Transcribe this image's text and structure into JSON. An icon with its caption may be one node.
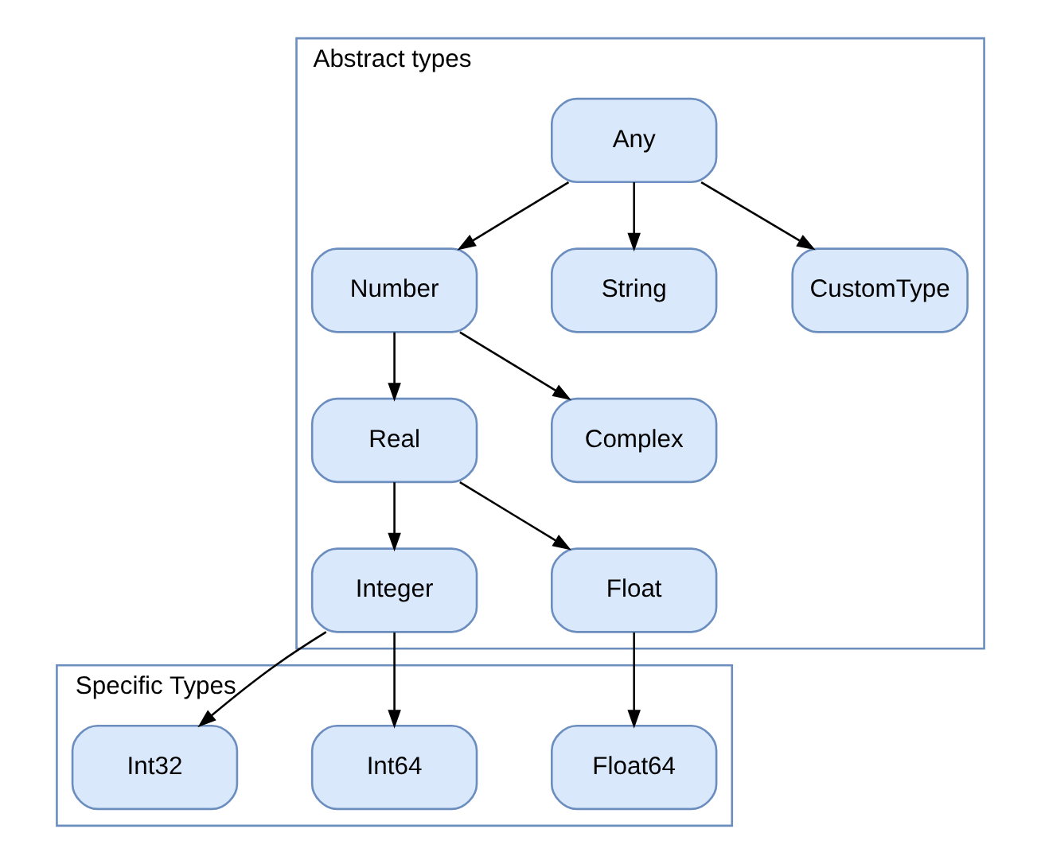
{
  "diagram": {
    "nodes": [
      {
        "text": [
          "Abstract types"
        ]
      },
      {
        "text": [
          "Any"
        ],
        "in": 0
      },
      {
        "text": [
          "Number"
        ],
        "in": 0
      },
      {
        "text": [
          "String"
        ],
        "in": 0
      },
      {
        "text": [
          "CustomType"
        ],
        "in": 0
      },
      {
        "text": [
          "Real"
        ],
        "in": 0
      },
      {
        "text": [
          "Complex"
        ],
        "in": 0
      },
      {
        "text": [
          "Integer"
        ],
        "in": 0
      },
      {
        "text": [
          "Float"
        ],
        "in": 0
      },
      {
        "text": [
          "Specific Types"
        ]
      },
      {
        "text": [
          "Int64"
        ],
        "in": 9
      },
      {
        "text": [
          "Int32"
        ],
        "in": 9
      },
      {
        "text": [
          "Float64"
        ],
        "in": 9
      }
    ],
    "edges": [
      {
        "from": 1,
        "to": 2,
        "arrow": "to"
      },
      {
        "from": 1,
        "to": 3,
        "arrow": "to"
      },
      {
        "from": 1,
        "to": 4,
        "arrow": "to"
      },
      {
        "from": 2,
        "to": 5,
        "arrow": "to"
      },
      {
        "from": 2,
        "to": 6,
        "arrow": "to"
      },
      {
        "from": 5,
        "to": 7,
        "arrow": "to"
      },
      {
        "from": 5,
        "to": 8,
        "arrow": "to"
      },
      {
        "from": 7,
        "to": 10,
        "arrow": "to"
      },
      {
        "from": 7,
        "to": 11,
        "arrow": "to"
      },
      {
        "from": 8,
        "to": 12,
        "arrow": "to"
      }
    ]
  }
}
